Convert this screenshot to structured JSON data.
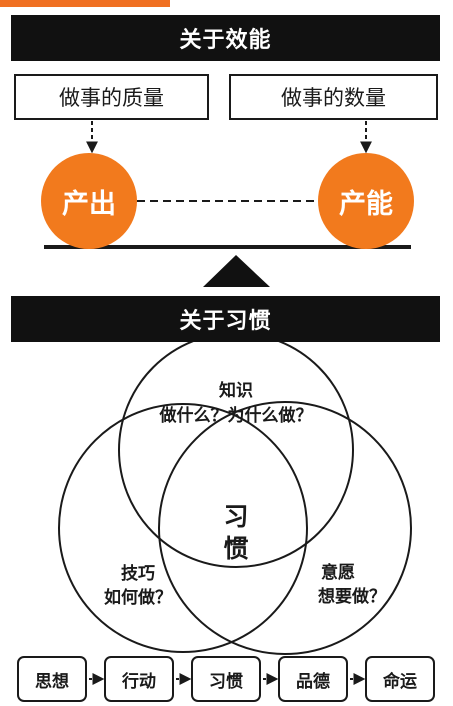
{
  "efficiency": {
    "title": "关于效能",
    "left_box": "做事的质量",
    "right_box": "做事的数量",
    "left_circle": "产出",
    "right_circle": "产能"
  },
  "habit": {
    "title": "关于习惯",
    "top_label_1": "知识",
    "top_label_2": "做什么？为什么做？",
    "left_label_1": "技巧",
    "left_label_2": "如何做？",
    "right_label_1": "意愿",
    "right_label_2": "想要做？",
    "center_1": "习",
    "center_2": "惯"
  },
  "flow": [
    "思想",
    "行动",
    "习惯",
    "品德",
    "命运"
  ],
  "colors": {
    "accent": "#f27a1d",
    "banner": "#111111"
  }
}
